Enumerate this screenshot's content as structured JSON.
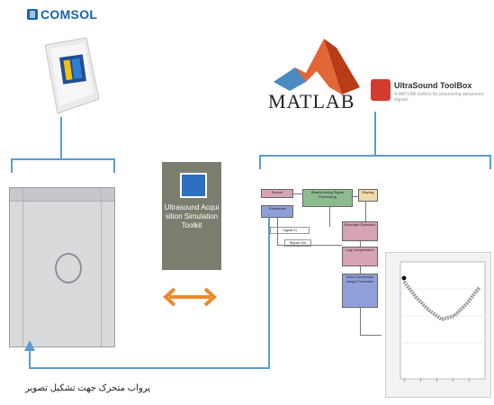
{
  "comsol": {
    "logo_text": "COMSOL"
  },
  "middle_icon": {
    "label": "Ultrasound Acquisition Simulation Toolkit"
  },
  "matlab": {
    "wordmark": "MATLAB"
  },
  "ultrasound": {
    "title": "UltraSound ToolBox",
    "subtitle": "A MATLAB toolbox for processing ultrasound signals"
  },
  "simulink": {
    "blocks": [
      "Source",
      "Transducer",
      "Beamforming Signal Processing",
      "Display",
      "Envelope Detection",
      "Log Compression",
      "Scan Conversion Image Formation"
    ],
    "wire_labels": [
      "Signal In",
      "Signal Out"
    ]
  },
  "plot": {
    "title": "",
    "xlabel": "",
    "ylabel": ""
  },
  "feedback": {
    "label": "پرواب متحرک جهت تشکیل تصویر"
  },
  "colors": {
    "bracket": "#5b9bd5",
    "orange": "#e88a2c",
    "comsol_blue": "#1a63a8"
  }
}
